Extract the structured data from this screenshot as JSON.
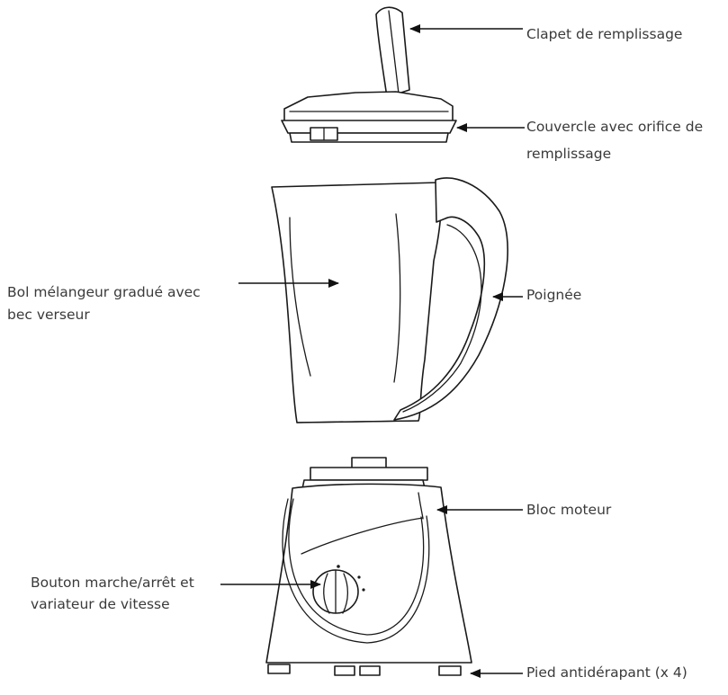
{
  "labels": {
    "fill_flap": "Clapet de remplissage",
    "lid_line1": "Couvercle avec orifice de",
    "lid_line2": "remplissage",
    "jug_line1": "Bol mélangeur gradué avec",
    "jug_line2": "bec verseur",
    "handle": "Poignée",
    "motor": "Bloc moteur",
    "switch_line1": "Bouton marche/arrêt et",
    "switch_line2": "variateur de vitesse",
    "feet": "Pied antidérapant (x 4)"
  }
}
